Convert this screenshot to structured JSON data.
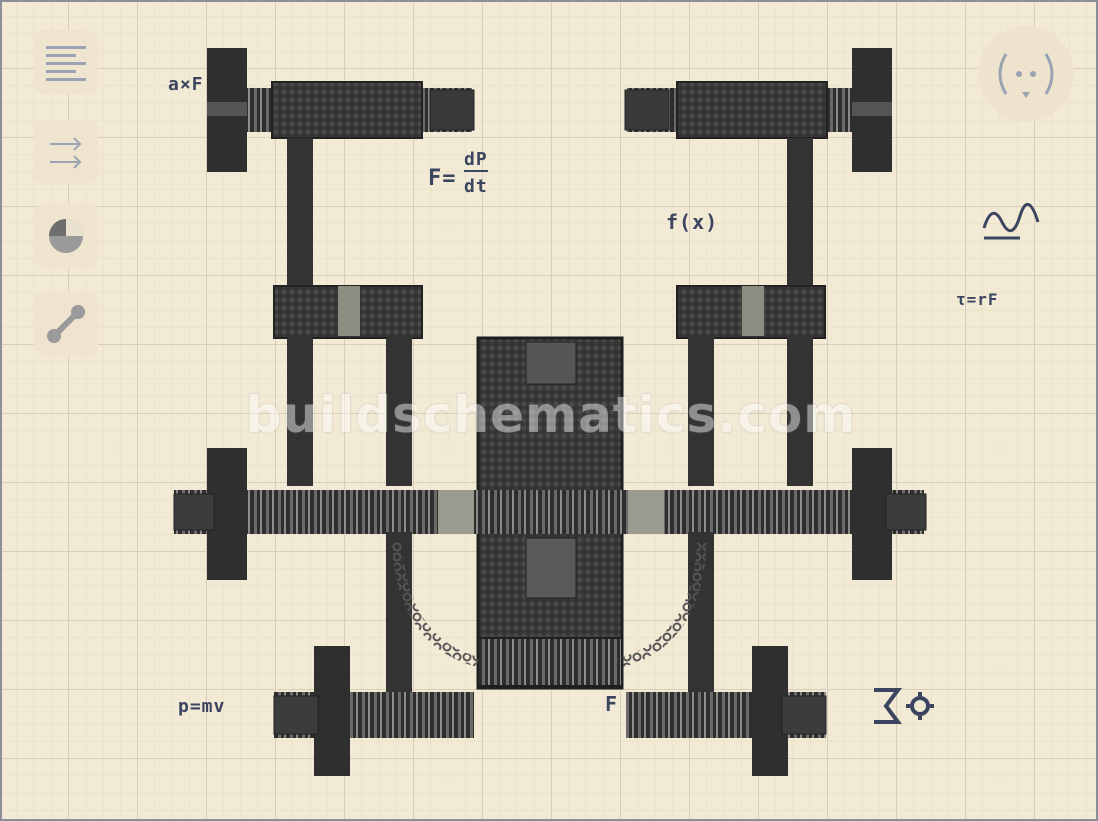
{
  "toolbar": {
    "items": [
      {
        "name": "list-icon"
      },
      {
        "name": "arrows-icon"
      },
      {
        "name": "color-pie-icon"
      },
      {
        "name": "connector-icon"
      }
    ]
  },
  "view_control": {
    "icon": "rotate-view-icon"
  },
  "right_tools": [
    {
      "name": "waveform-icon"
    },
    {
      "name": "sum-gear-icon"
    }
  ],
  "formulas": {
    "accel": "a×F",
    "force_num": "dP",
    "force_den": "dt",
    "force_lhs": "F=",
    "function": "f(x)",
    "torque": "τ=rF",
    "momentum": "p=mv",
    "force": "F"
  },
  "watermark": "buildschematics.com",
  "colors": {
    "background": "#f3ead6",
    "grid": "#d9cfb8",
    "metal_dark": "#2f2f2f",
    "metal_mid": "#4a4a4a",
    "formula": "#3b4560"
  }
}
